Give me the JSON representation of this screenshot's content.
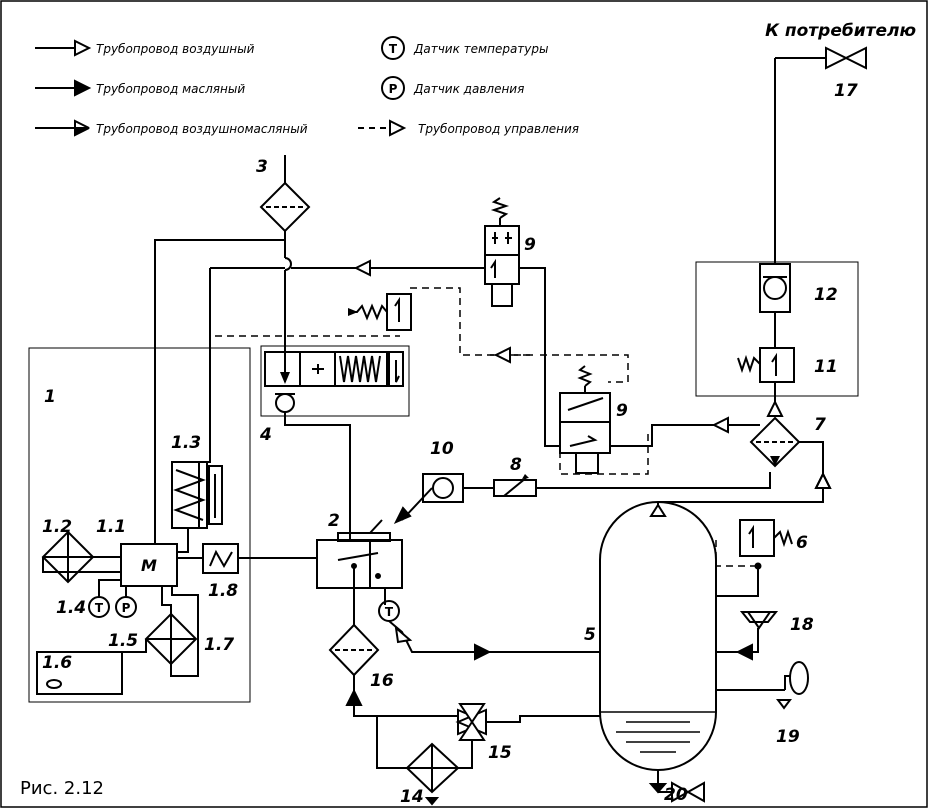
{
  "title": "К потребителю",
  "caption": "Рис. 2.12",
  "legend": {
    "air": "Трубопровод воздушный",
    "oil": "Трубопровод масляный",
    "air_oil": "Трубопровод воздушномасляный",
    "temp": "Датчик температуры",
    "pressure": "Датчик давления",
    "control": "Трубопровод управления",
    "temp_symbol": "T",
    "pressure_symbol": "P"
  },
  "motor_letter": "M",
  "labels": {
    "l1": "1",
    "l1_1": "1.1",
    "l1_2": "1.2",
    "l1_3": "1.3",
    "l1_4": "1.4",
    "l1_5": "1.5",
    "l1_6": "1.6",
    "l1_7": "1.7",
    "l1_8": "1.8",
    "l2": "2",
    "l3": "3",
    "l4": "4",
    "l5": "5",
    "l6": "6",
    "l7": "7",
    "l8": "8",
    "l9a": "9",
    "l9b": "9",
    "l10": "10",
    "l11": "11",
    "l12": "12",
    "l14": "14",
    "l15": "15",
    "l16": "16",
    "l17": "17",
    "l18": "18",
    "l19": "19",
    "l20": "20"
  }
}
